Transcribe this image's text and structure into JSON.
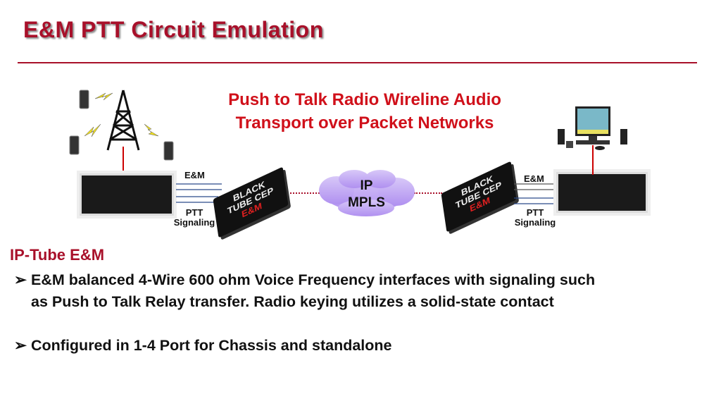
{
  "title": "E&M PTT Circuit Emulation",
  "diagram": {
    "subtitle_line1": "Push to Talk Radio Wireline Audio",
    "subtitle_line2": "Transport over Packet Networks",
    "left": {
      "em_label": "E&M",
      "ptt_label": "PTT",
      "signaling_label": "Signaling"
    },
    "right": {
      "em_label": "E&M",
      "ptt_label": "PTT",
      "signaling_label": "Signaling"
    },
    "device_text": {
      "line1": "BLACK",
      "line2": "TUBE CEP",
      "line3": "E&M"
    },
    "cloud": {
      "line1": "IP",
      "line2": "MPLS"
    }
  },
  "section_title": "IP-Tube E&M",
  "bullets": [
    {
      "line1": "E&M balanced 4-Wire 600 ohm Voice Frequency interfaces with signaling such",
      "line2": "as Push to Talk Relay transfer. Radio keying utilizes a solid-state contact"
    },
    {
      "line1": "Configured in 1-4 Port for Chassis and standalone"
    }
  ],
  "colors": {
    "title": "#a8102a",
    "subtitle": "#d0101a",
    "link": "#2a4a8a"
  }
}
